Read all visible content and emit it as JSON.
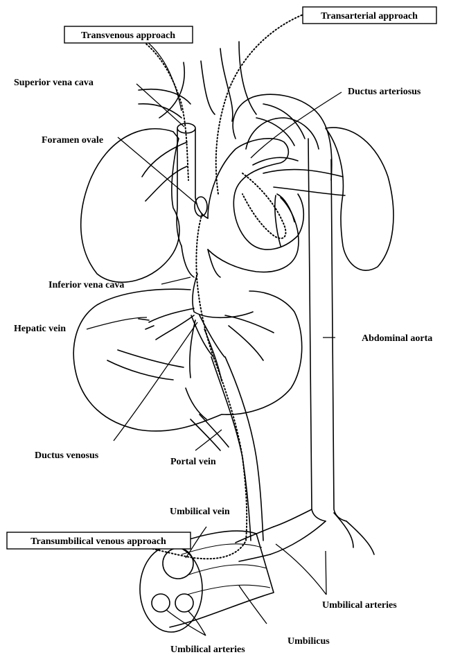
{
  "labels": {
    "transarterial": "Transarterial approach",
    "transvenous": "Transvenous approach",
    "transumbilical": "Transumbilical venous approach",
    "superior_vena_cava": "Superior vena cava",
    "ductus_arteriosus": "Ductus arteriosus",
    "foramen_ovale": "Foramen ovale",
    "inferior_vena_cava": "Inferior vena cava",
    "hepatic_vein": "Hepatic vein",
    "abdominal_aorta": "Abdominal aorta",
    "ductus_venosus": "Ductus venosus",
    "portal_vein": "Portal vein",
    "umbilical_vein": "Umbilical vein",
    "umbilical_arteries_right": "Umbilical arteries",
    "umbilical_arteries_bottom": "Umbilical arteries",
    "umbilicus": "Umbilicus"
  }
}
